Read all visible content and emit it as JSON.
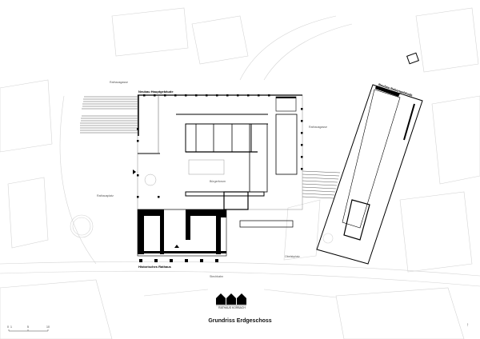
{
  "title": "Grundriss Erdgeschoss",
  "logo": {
    "text": "RATHAUS KORBACH"
  },
  "labels": {
    "street_top": "Rathausgasse",
    "street_right": "Rathausgasse",
    "square": "Rathausplatz",
    "forum": "Bürgerforum",
    "street_bottom": "Stechbahn",
    "small_square": "Obelskplatz"
  },
  "buildings": {
    "main": "Neubau Hauptgebäude",
    "annex": "Neubau Nebengebäude",
    "historic": "Historisches Rathaus"
  },
  "scale_bar": [
    "0",
    "1",
    "5",
    "10"
  ],
  "colors": {
    "walls": "#000000",
    "context": "#cccccc",
    "furniture": "#999999"
  }
}
